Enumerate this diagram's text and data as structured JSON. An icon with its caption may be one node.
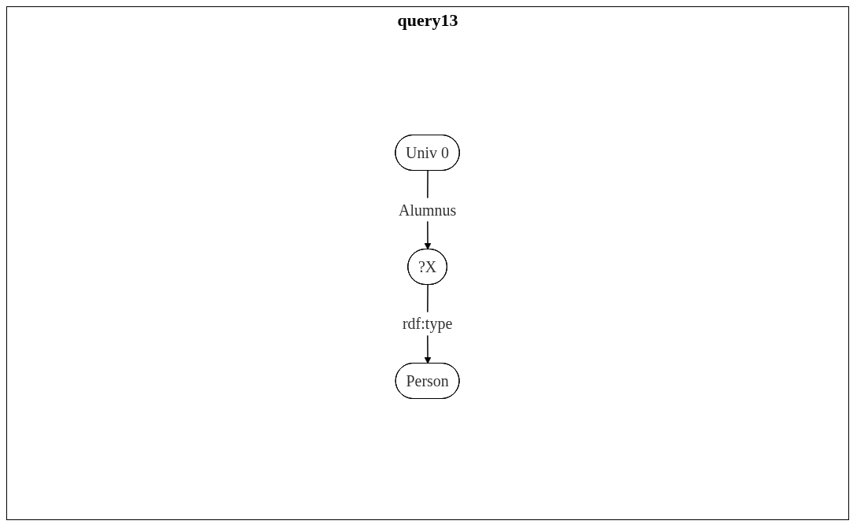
{
  "diagram": {
    "title": "query13",
    "nodes": [
      {
        "text": [
          "Univ 0"
        ]
      },
      {
        "text": [
          "?X"
        ]
      },
      {
        "text": [
          "Person"
        ]
      }
    ],
    "edges": [
      {
        "from": 0,
        "to": 1,
        "arrow": "to",
        "label": "Alumnus"
      },
      {
        "from": 1,
        "to": 2,
        "arrow": "to",
        "label": "rdf:type"
      }
    ]
  }
}
